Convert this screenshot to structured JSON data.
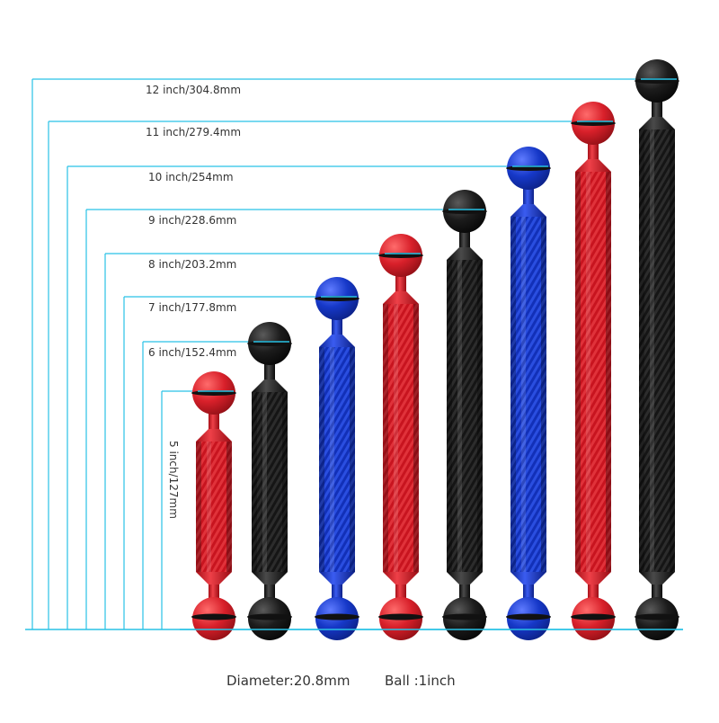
{
  "sizes": [
    {
      "label": "5 inch/127mm",
      "color": "red"
    },
    {
      "label": "6 inch/152.4mm",
      "color": "black"
    },
    {
      "label": "7 inch/177.8mm",
      "color": "blue"
    },
    {
      "label": "8 inch/203.2mm",
      "color": "red"
    },
    {
      "label": "9 inch/228.6mm",
      "color": "black"
    },
    {
      "label": "10 inch/254mm",
      "color": "blue"
    },
    {
      "label": "11 inch/279.4mm",
      "color": "red"
    },
    {
      "label": "12 inch/304.8mm",
      "color": "black"
    }
  ],
  "colors": {
    "red": "#d8202a",
    "black": "#1c1c1c",
    "blue": "#1638c8",
    "guide": "#29c2e6"
  },
  "footer": {
    "diameter": "Diameter:20.8mm",
    "ball": "Ball :1inch"
  }
}
